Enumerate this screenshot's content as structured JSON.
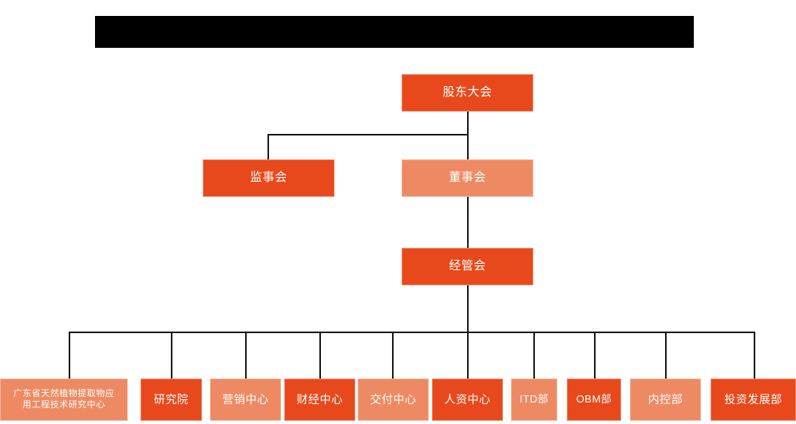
{
  "meta": {
    "background_color": "#FFFFFF",
    "line_color": "#1A1A1A",
    "accent_dark": "#E8491C",
    "accent_light": "#EE8A63",
    "text_color": "#FFFFFF"
  },
  "redaction": {
    "label": "",
    "color": "#000000"
  },
  "chart_data": {
    "type": "org-chart",
    "title": "",
    "levels": [
      {
        "level": 1,
        "nodes": [
          {
            "id": "shareholders",
            "label": "股东大会",
            "tone": "dark"
          }
        ]
      },
      {
        "level": 2,
        "nodes": [
          {
            "id": "supervisors",
            "label": "监事会",
            "tone": "dark"
          },
          {
            "id": "directors",
            "label": "董事会",
            "tone": "light"
          }
        ]
      },
      {
        "level": 3,
        "nodes": [
          {
            "id": "management",
            "label": "经管会",
            "tone": "dark"
          }
        ]
      },
      {
        "level": 4,
        "nodes": [
          {
            "id": "research-center",
            "label": "广东省天然植物提取物应\n用工程技术研究中心",
            "tone": "light"
          },
          {
            "id": "institute",
            "label": "研究院",
            "tone": "dark"
          },
          {
            "id": "marketing",
            "label": "营销中心",
            "tone": "light"
          },
          {
            "id": "finance",
            "label": "财经中心",
            "tone": "dark"
          },
          {
            "id": "delivery",
            "label": "交付中心",
            "tone": "light"
          },
          {
            "id": "hr",
            "label": "人资中心",
            "tone": "dark"
          },
          {
            "id": "itd",
            "label": "ITD部",
            "tone": "light"
          },
          {
            "id": "obm",
            "label": "OBM部",
            "tone": "dark"
          },
          {
            "id": "internal-control",
            "label": "内控部",
            "tone": "light"
          },
          {
            "id": "investment",
            "label": "投资发展部",
            "tone": "dark"
          }
        ]
      }
    ],
    "edges": [
      {
        "from": "shareholders",
        "to": "supervisors"
      },
      {
        "from": "shareholders",
        "to": "directors"
      },
      {
        "from": "directors",
        "to": "management"
      },
      {
        "from": "management",
        "to": "research-center"
      },
      {
        "from": "management",
        "to": "institute"
      },
      {
        "from": "management",
        "to": "marketing"
      },
      {
        "from": "management",
        "to": "finance"
      },
      {
        "from": "management",
        "to": "delivery"
      },
      {
        "from": "management",
        "to": "hr"
      },
      {
        "from": "management",
        "to": "itd"
      },
      {
        "from": "management",
        "to": "obm"
      },
      {
        "from": "management",
        "to": "internal-control"
      },
      {
        "from": "management",
        "to": "investment"
      }
    ]
  }
}
